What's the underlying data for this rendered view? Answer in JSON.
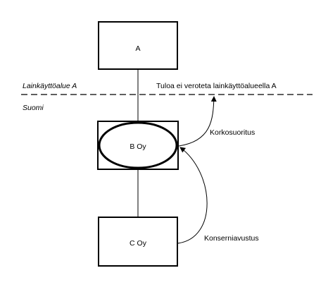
{
  "nodes": {
    "a": {
      "label": "A"
    },
    "b": {
      "label": "B Oy"
    },
    "c": {
      "label": "C Oy"
    }
  },
  "jurisdictions": {
    "upper": "Lainkäyttöalue A",
    "lower": "Suomi"
  },
  "annotations": {
    "no_tax": "Tuloa ei veroteta lainkäyttöalueella A",
    "interest": "Korkosuoritus",
    "group_contribution": "Konserniavustus"
  },
  "colors": {
    "stroke": "#000000",
    "background": "#ffffff",
    "text": "#000000"
  }
}
